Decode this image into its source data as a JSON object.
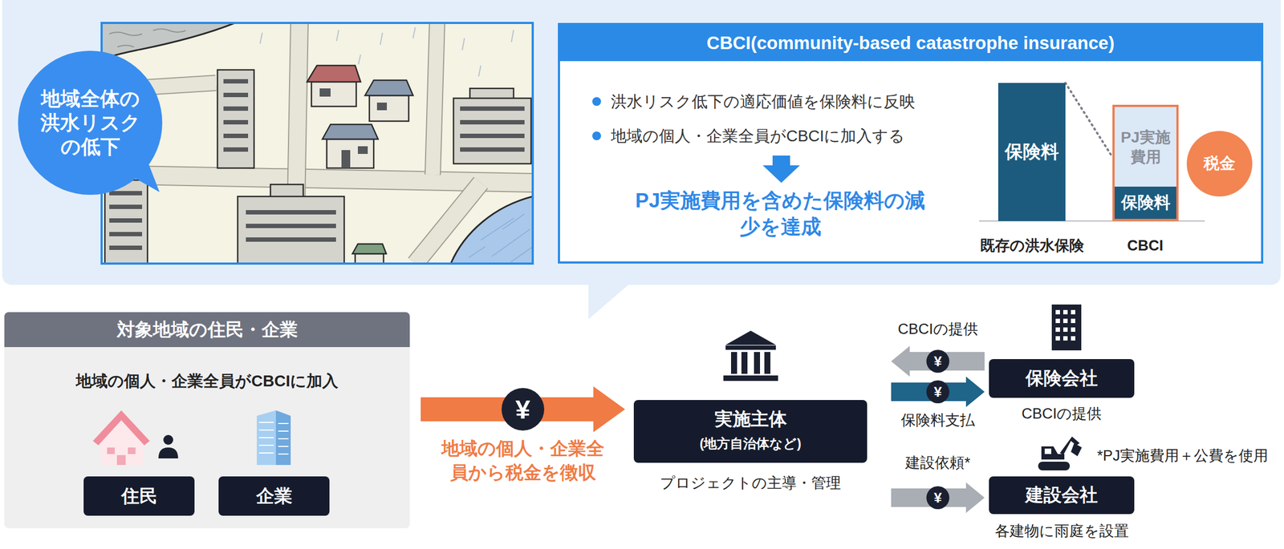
{
  "diagram": {
    "nodes": [
      {
        "text": [
          "地域全体の洪水リスクの低下"
        ]
      },
      {
        "text": [
          "CBCI(community-based catastrophe insurance)",
          "洪水リスク低下の適応価値を保険料に反映",
          "地域の個人・企業全員がCBCIに加入する",
          "PJ実施費用を含めた保険料の減少を達成"
        ]
      },
      {
        "text": [
          "保険料",
          "既存の洪水保険"
        ],
        "in": 1
      },
      {
        "text": [
          "CBCI"
        ],
        "in": 1
      },
      {
        "text": [
          "PJ実施費用"
        ],
        "in": 3
      },
      {
        "text": [
          "保険料"
        ],
        "in": 3
      },
      {
        "text": [
          "税金"
        ],
        "in": 1
      },
      {
        "text": [
          "対象地域の住民・企業",
          "地域の個人・企業全員がCBCIに加入"
        ]
      },
      {
        "text": [
          "住民"
        ],
        "in": 7
      },
      {
        "text": [
          "企業"
        ],
        "in": 7
      },
      {
        "text": [
          "実施主体",
          "(地方自治体など)",
          "プロジェクトの主導・管理"
        ]
      },
      {
        "text": [
          "保険会社",
          "CBCIの提供"
        ]
      },
      {
        "text": [
          "建設会社",
          "各建物に雨庭を設置"
        ]
      }
    ],
    "edges": [
      {
        "from": 2,
        "to": 3,
        "arrow": "none"
      },
      {
        "from": 7,
        "to": 10,
        "label": "地域の個人・企業全員から税金を徴収",
        "arrow": "to"
      },
      {
        "from": 11,
        "to": 10,
        "label": "CBCIの提供",
        "arrow": "to"
      },
      {
        "from": 10,
        "to": 11,
        "label": "保険料支払",
        "arrow": "to"
      },
      {
        "from": 10,
        "to": 12,
        "label": "建設依頼*",
        "arrow": "to"
      }
    ],
    "labels": [
      "¥",
      "¥",
      "¥",
      "¥",
      "*PJ実施費用＋公費を使用"
    ]
  }
}
